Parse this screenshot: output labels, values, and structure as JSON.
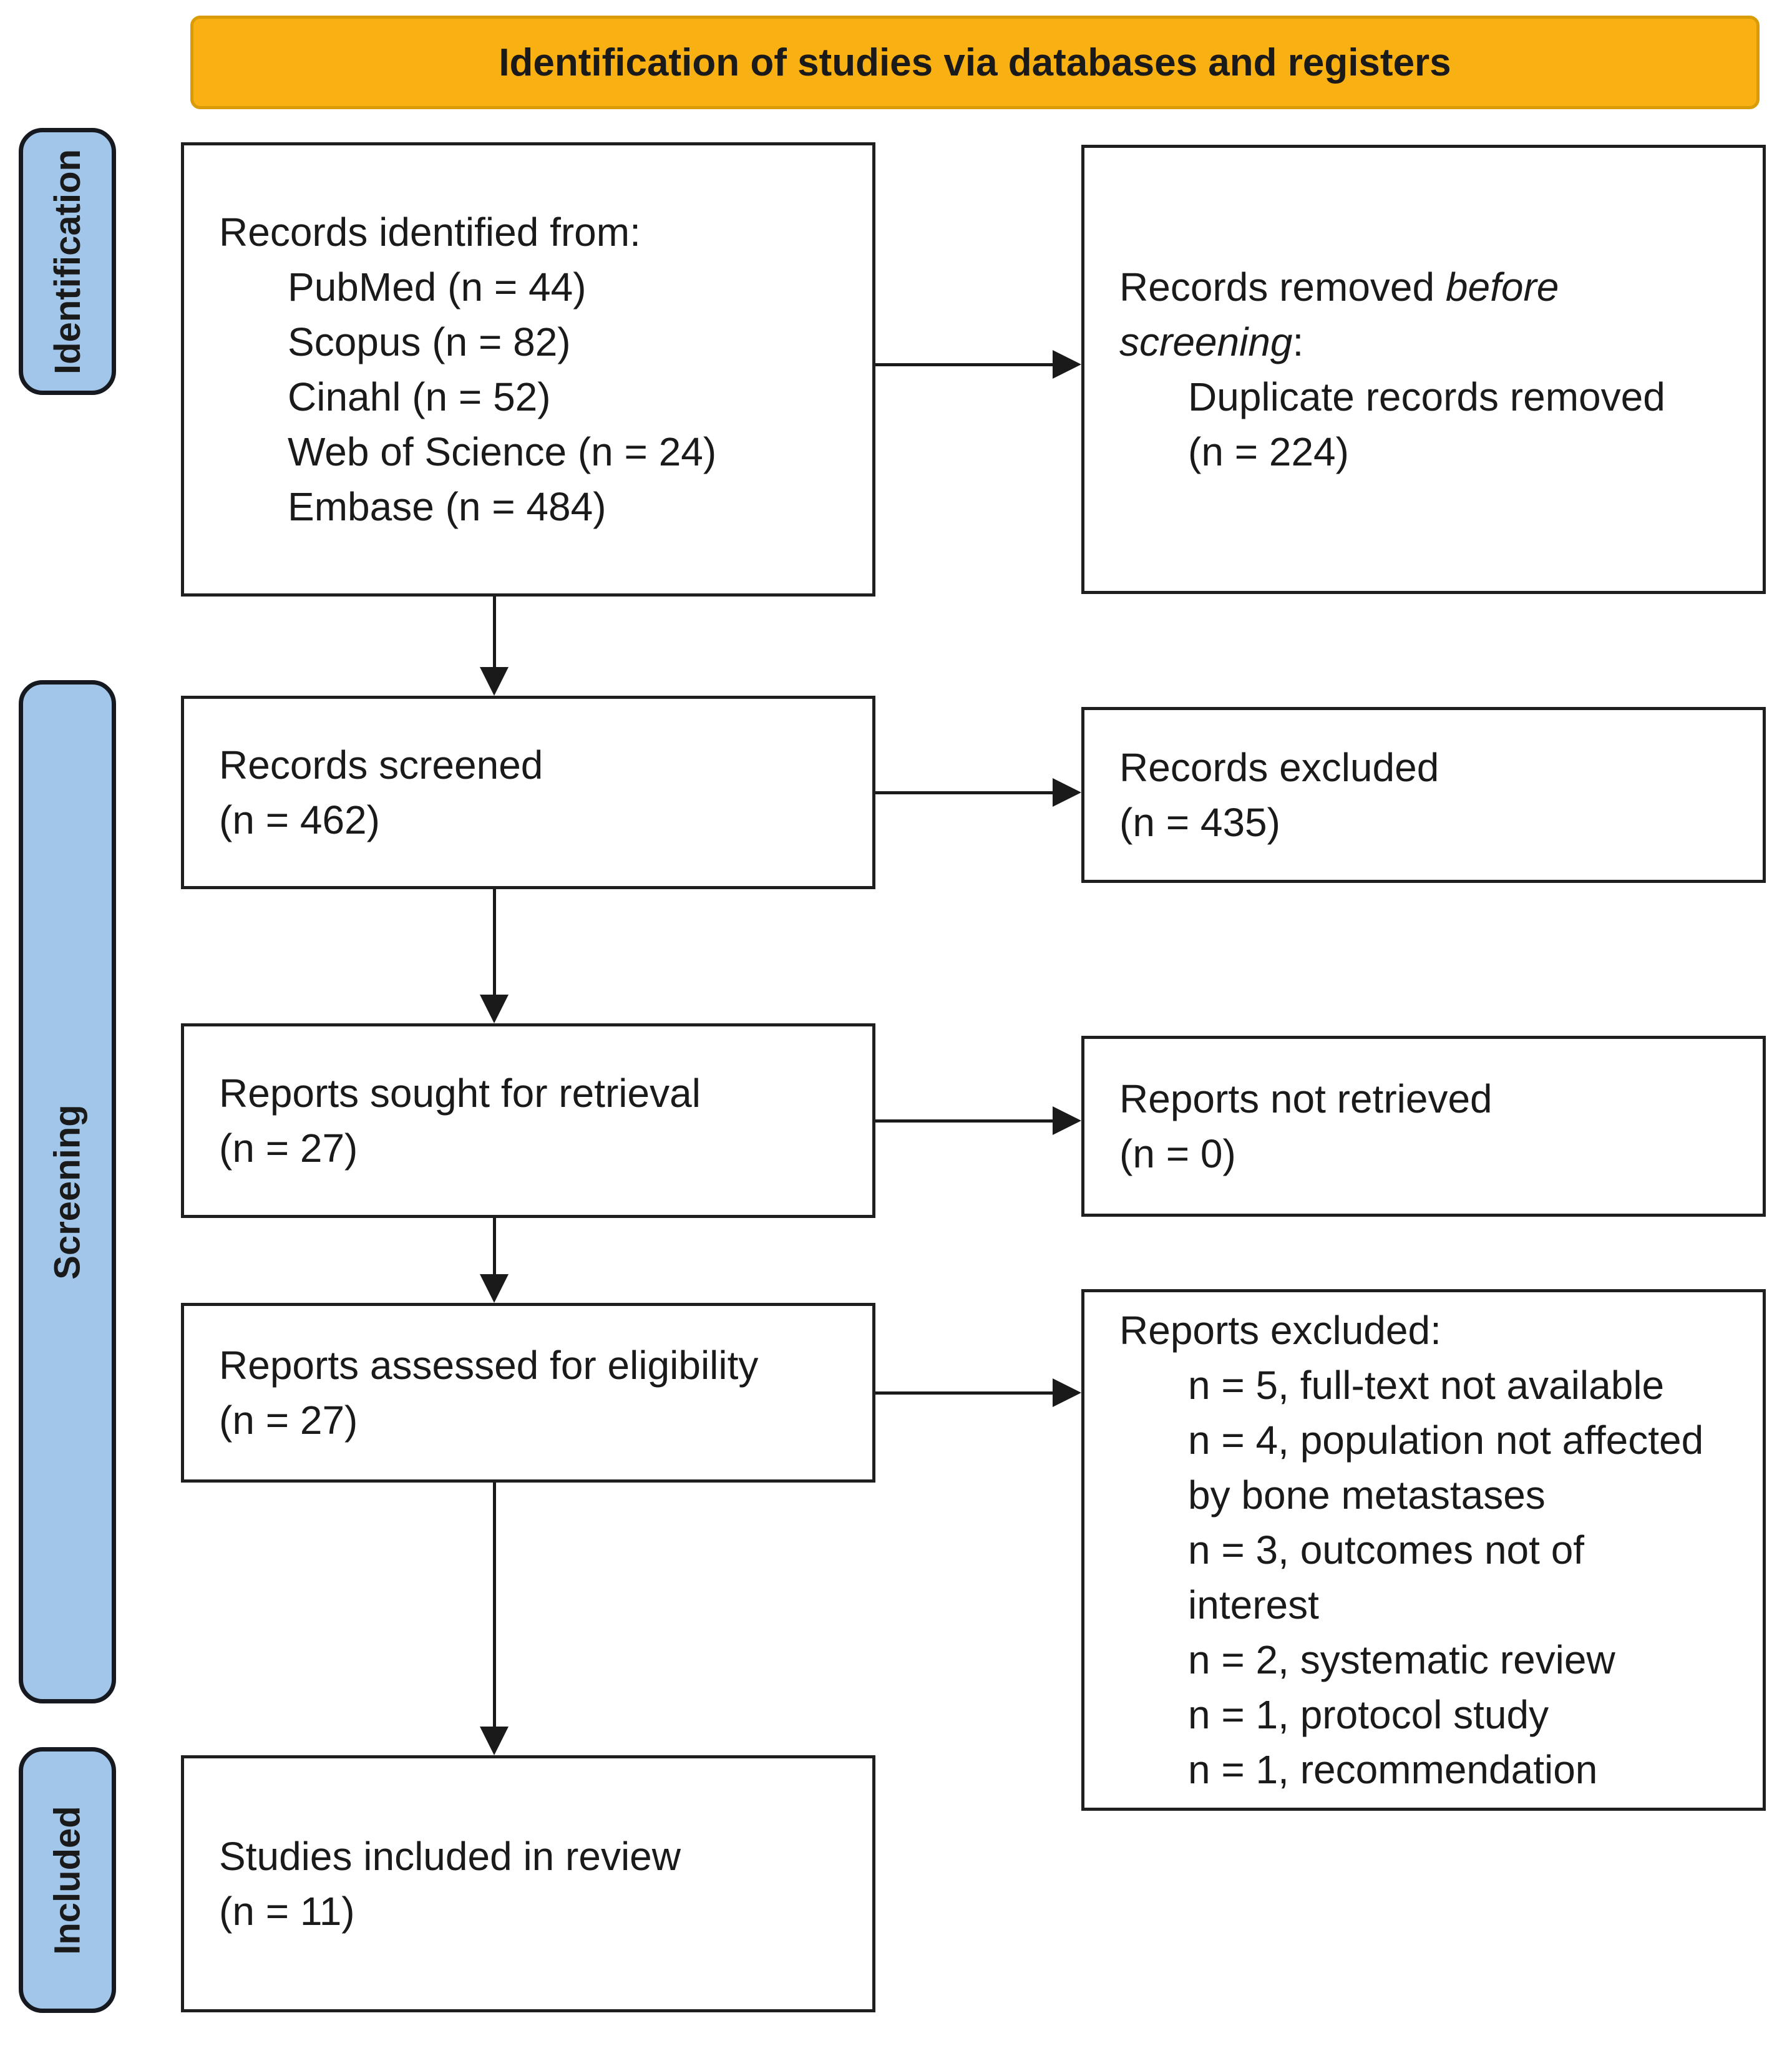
{
  "banner": {
    "title": "Identification of studies via databases and registers"
  },
  "stages": {
    "identification": "Identification",
    "screening": "Screening",
    "included": "Included"
  },
  "boxes": {
    "records_identified": {
      "title": "Records identified from:",
      "items": [
        "PubMed (n = 44)",
        "Scopus (n = 82)",
        "Cinahl (n = 52)",
        "Web of Science (n = 24)",
        "Embase (n = 484)"
      ]
    },
    "records_removed": {
      "title_prefix": "Records removed ",
      "title_italic_line1": "before",
      "title_italic_line2": "screening",
      "title_suffix": ":",
      "items": [
        "Duplicate records removed",
        "(n = 224)"
      ]
    },
    "records_screened": {
      "lines": [
        "Records screened",
        "(n = 462)"
      ]
    },
    "records_excluded": {
      "lines": [
        "Records excluded",
        "(n = 435)"
      ]
    },
    "reports_sought": {
      "lines": [
        "Reports sought for retrieval",
        "(n = 27)"
      ]
    },
    "reports_not_retrieved": {
      "lines": [
        "Reports not retrieved",
        "(n = 0)"
      ]
    },
    "reports_assessed": {
      "lines": [
        "Reports assessed for eligibility",
        "(n = 27)"
      ]
    },
    "reports_excluded": {
      "title": "Reports excluded:",
      "items": [
        "n = 5, full-text not available",
        "n = 4, population not affected",
        "by bone metastases",
        "n = 3, outcomes not of",
        "interest",
        "n = 2, systematic review",
        "n = 1, protocol study",
        "n = 1, recommendation"
      ]
    },
    "studies_included": {
      "lines": [
        "Studies included in review",
        "(n = 11)"
      ]
    }
  },
  "colors": {
    "banner_fill": "#F9B013",
    "banner_border": "#D99C06",
    "stage_fill": "#A2C6E9",
    "stage_border": "#161A20",
    "box_border": "#1F1F1F",
    "arrow": "#1A1A1A",
    "text": "#1A1A1A"
  }
}
